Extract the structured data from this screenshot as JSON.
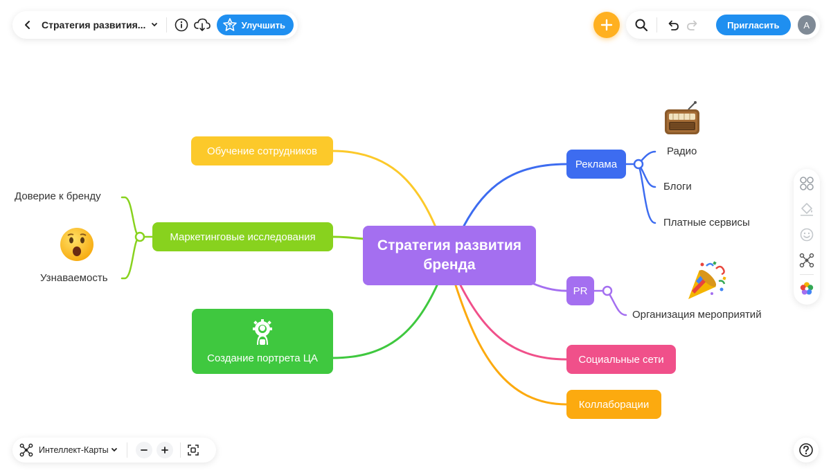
{
  "toolbar": {
    "doc_title": "Стратегия развития...",
    "upgrade_label": "Улучшить",
    "invite_label": "Пригласить",
    "avatar_letter": "А"
  },
  "bottom": {
    "map_type": "Интеллект-Карты"
  },
  "colors": {
    "accent": "#1f8ff0",
    "add": "#ffb020",
    "center": "#a46ff0",
    "yellow": "#fcc92a",
    "lime": "#88d21e",
    "green": "#3fc83f",
    "blue": "#3d6cf0",
    "purple": "#a46ff0",
    "pink": "#f0508a",
    "orange": "#fcaa0f"
  },
  "mindmap": {
    "center": "Стратегия развития бренда",
    "branches": {
      "training": "Обучение сотрудников",
      "research": "Маркетинговые исследования",
      "persona": "Создание портрета ЦА",
      "ads": "Реклама",
      "pr": "PR",
      "social": "Социальные сети",
      "collab": "Коллаборации"
    },
    "leaves": {
      "trust": "Доверие к бренду",
      "awareness": "Узнаваемость",
      "radio": "Радио",
      "blogs": "Блоги",
      "paid": "Платные сервисы",
      "events": "Организация мероприятий"
    }
  }
}
